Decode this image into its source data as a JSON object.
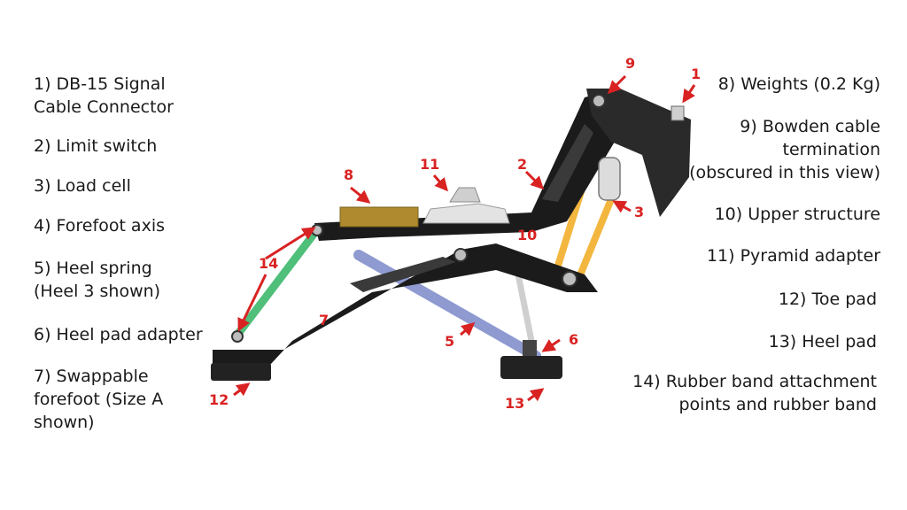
{
  "labels_left": [
    {
      "id": "1",
      "text": "1) DB-15 Signal\nCable Connector"
    },
    {
      "id": "2",
      "text": "2) Limit switch"
    },
    {
      "id": "3",
      "text": "3) Load cell"
    },
    {
      "id": "4",
      "text": "4) Forefoot axis"
    },
    {
      "id": "5",
      "text": "5) Heel spring\n(Heel 3 shown)"
    },
    {
      "id": "6",
      "text": "6) Heel pad adapter"
    },
    {
      "id": "7",
      "text": "7) Swappable\nforefoot (Size A\nshown)"
    }
  ],
  "labels_right": [
    {
      "id": "8",
      "text": "8) Weights (0.2 Kg)"
    },
    {
      "id": "9",
      "text": "9) Bowden cable\ntermination\n(obscured in this view)"
    },
    {
      "id": "10",
      "text": "10) Upper structure"
    },
    {
      "id": "11",
      "text": "11) Pyramid adapter"
    },
    {
      "id": "12",
      "text": "12) Toe pad"
    },
    {
      "id": "13",
      "text": "13) Heel pad"
    },
    {
      "id": "14",
      "text": "14) Rubber band attachment\npoints and rubber band"
    }
  ],
  "markers": [
    "1",
    "2",
    "3",
    "5",
    "6",
    "7",
    "8",
    "9",
    "10",
    "11",
    "12",
    "13",
    "14"
  ],
  "colors": {
    "accent": "#d92222",
    "frame": "#1b1b1b",
    "weight": "#b08a2e",
    "rubber_band": "#4fbf7a",
    "heel_spring": "#8e9ad0",
    "load_struts": "#f3b63f",
    "pyramid": "#d9d9d9"
  }
}
